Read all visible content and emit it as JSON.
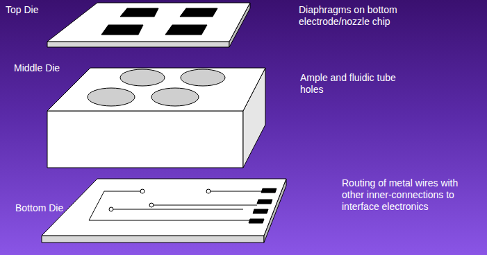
{
  "diagram": {
    "labels": [
      "Top Die",
      "Diaphragms on bottom electrode/nozzle chip",
      "Middle Die",
      "Ample and fluidic tube holes",
      "Bottom Die",
      "Routing of metal wires with other inner-connections to interface electronics"
    ]
  }
}
